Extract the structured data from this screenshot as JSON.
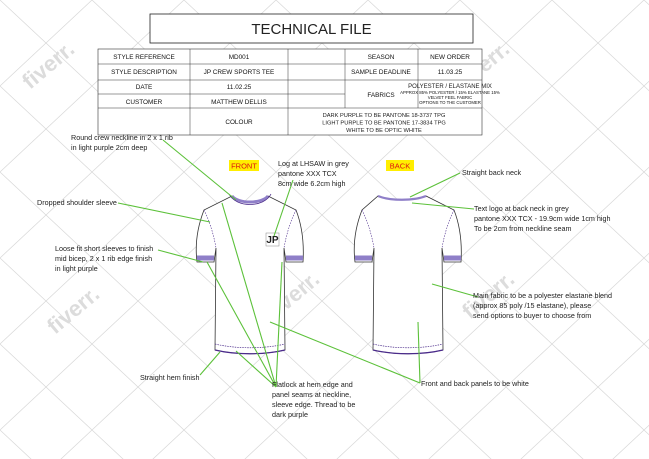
{
  "title": "TECHNICAL FILE",
  "table": {
    "style_reference_label": "STYLE REFERENCE",
    "style_reference_value": "MD001",
    "style_description_label": "STYLE DESCRIPTION",
    "style_description_value": "JP CREW SPORTS TEE",
    "date_label": "DATE",
    "date_value": "11.02.25",
    "customer_label": "CUSTOMER",
    "customer_value": "MATTHEW DELLIS",
    "season_label": "SEASON",
    "season_value": "NEW ORDER",
    "sample_deadline_label": "SAMPLE DEADLINE",
    "sample_deadline_value": "11.03.25",
    "fabrics_label": "FABRICS",
    "fabrics_lines": [
      "POLYESTER / ELASTANE MIX",
      "APPROX 85% POLYESTER / 15% ELASTANE 15%",
      "VELVET FEEL FABRIC",
      "OPTIONS TO THE CUSTOMER"
    ],
    "colour_label": "COLOUR",
    "colour_lines": [
      "DARK PURPLE TO BE PANTONE 18-3737 TPG",
      "LIGHT PURPLE TO BE PANTONE 17-3834 TPG",
      "WHITE TO BE OPTIC WHITE"
    ]
  },
  "tags": {
    "front": "FRONT",
    "back": "BACK"
  },
  "notes": {
    "round_neck": [
      "Round crew neckline in 2 x 1 rib",
      "in light purple 2cm deep"
    ],
    "log_logo": [
      "Log at LHSAW in grey",
      "pantone XXX TCX",
      "8cm wide 6.2cm high"
    ],
    "dropped_shoulder": [
      "Dropped shoulder sleeve"
    ],
    "loose_fit": [
      "Loose fit short sleeves to finish",
      "mid bicep, 2 x 1 rib edge finish",
      "in light purple"
    ],
    "straight_hem": [
      "Straight hem finish"
    ],
    "flatlock": [
      "Flatlock at hem edge and",
      "panel seams at neckline,",
      "sleeve edge. Thread to be",
      "dark purple"
    ],
    "straight_back_neck": [
      "Straight back neck"
    ],
    "text_logo": [
      "Text logo at back neck in grey",
      "pantone XXX TCX - 19.9cm wide 1cm high",
      "To be 2cm from neckline seam"
    ],
    "main_fabric": [
      "Main fabric to be a polyester elastane blend",
      "(approx 85 poly /15 elastane), please",
      "send options to buyer to choose from"
    ],
    "panels_white": [
      "Front and back panels to be white"
    ]
  },
  "logo_text": "JP",
  "watermark": "fiverr.",
  "colors": {
    "leader_green": "#5cc13a",
    "light_purple": "#8f7fc8",
    "dark_purple": "#4a2a8a",
    "tag_yellow": "#ffee00",
    "tag_text": "#dd1111"
  }
}
